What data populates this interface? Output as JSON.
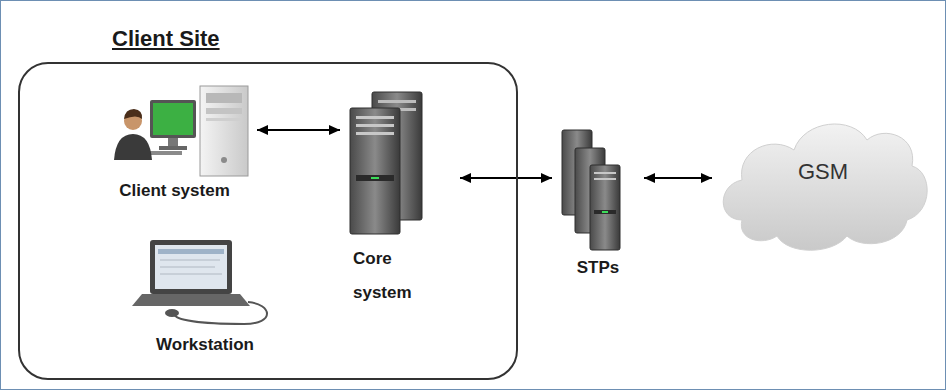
{
  "diagram": {
    "nodes": [
      {
        "text": [
          "Client Site"
        ]
      },
      {
        "text": [
          "Client system"
        ],
        "in": 0
      },
      {
        "text": [
          "Workstation"
        ],
        "in": 0
      },
      {
        "text": [
          "Core system"
        ],
        "in": 0
      },
      {
        "text": [
          "STPs"
        ]
      },
      {
        "text": [
          "GSM"
        ]
      }
    ],
    "edges": [
      {
        "from": 1,
        "to": 3,
        "arrow": "both"
      },
      {
        "from": 3,
        "to": 4,
        "arrow": "both"
      },
      {
        "from": 4,
        "to": 5,
        "arrow": "both"
      }
    ]
  }
}
